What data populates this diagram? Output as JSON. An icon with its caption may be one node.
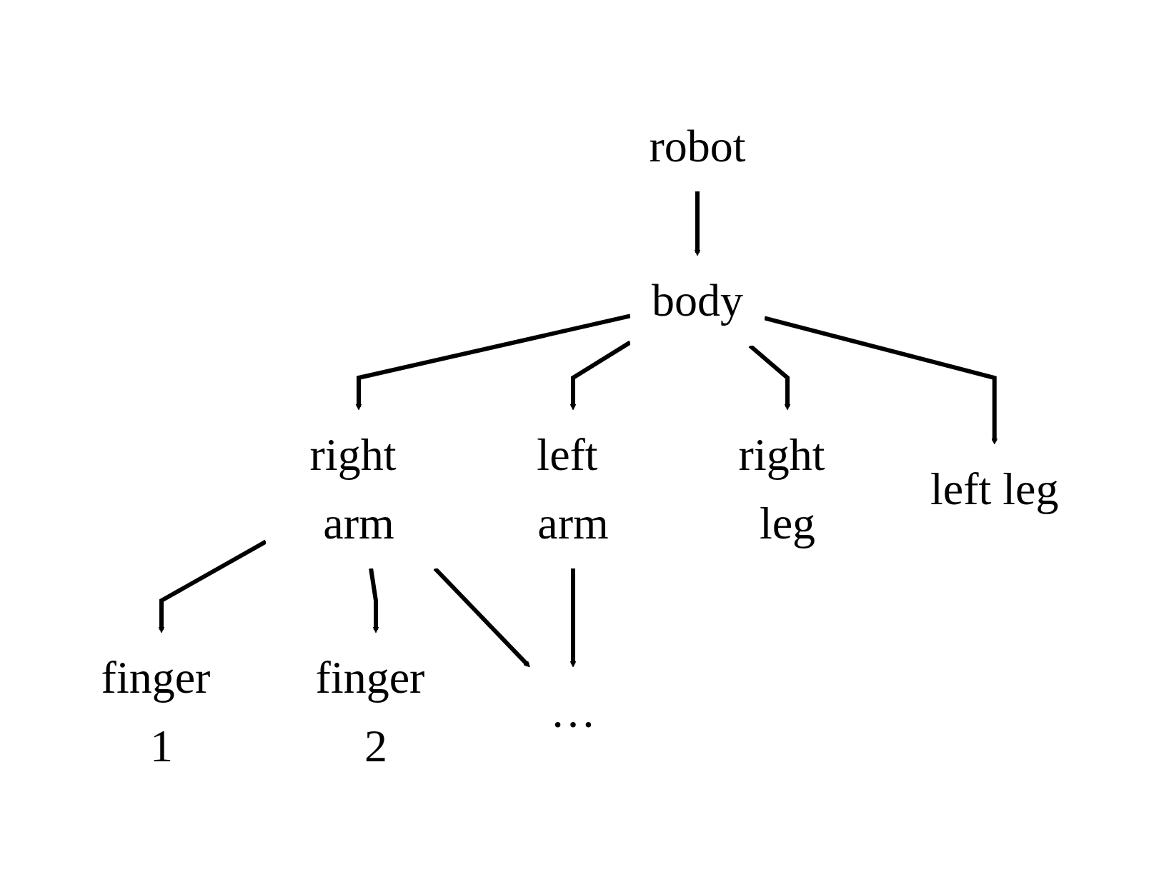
{
  "diagram": {
    "nodes": [
      {
        "text": [
          "robot"
        ]
      },
      {
        "text": [
          "body"
        ]
      },
      {
        "text": [
          "right arm"
        ]
      },
      {
        "text": [
          "left arm"
        ]
      },
      {
        "text": [
          "right leg"
        ]
      },
      {
        "text": [
          "left leg"
        ]
      },
      {
        "text": [
          "finger 1"
        ]
      },
      {
        "text": [
          "finger 2"
        ]
      },
      {
        "text": [
          "…"
        ]
      }
    ],
    "edges": [
      {
        "from": 0,
        "to": 1,
        "arrow": "to"
      },
      {
        "from": 1,
        "to": 2,
        "arrow": "to"
      },
      {
        "from": 1,
        "to": 3,
        "arrow": "to"
      },
      {
        "from": 1,
        "to": 4,
        "arrow": "to"
      },
      {
        "from": 1,
        "to": 5,
        "arrow": "to"
      },
      {
        "from": 2,
        "to": 6,
        "arrow": "to"
      },
      {
        "from": 2,
        "to": 7,
        "arrow": "to"
      },
      {
        "from": 2,
        "to": 8,
        "arrow": "to"
      },
      {
        "from": 3,
        "to": 8,
        "arrow": "to"
      }
    ]
  }
}
